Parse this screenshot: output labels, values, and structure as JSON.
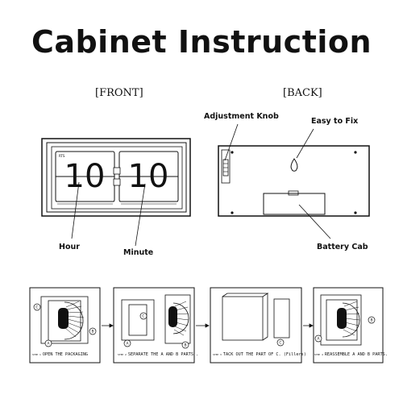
{
  "title": "Cabinet Instruction",
  "views": {
    "front_label": "[FRONT]",
    "back_label": "[BACK]"
  },
  "front": {
    "hour_digits": "10",
    "minute_digits": "10",
    "small_text": "RTS",
    "callouts": {
      "hour": "Hour",
      "minute": "Minute"
    }
  },
  "back": {
    "callouts": {
      "knob": "Adjustment Knob",
      "fix": "Easy to Fix",
      "battery": "Battery Cab"
    }
  },
  "steps": [
    {
      "num": "STEP 1",
      "text": "OPEN THE PACKAGING"
    },
    {
      "num": "STEP 2",
      "text": "SEPARATE THE A AND B PARTS ."
    },
    {
      "num": "STEP 3",
      "text": "TACK OUT THE PART OF C. (Fillers)"
    },
    {
      "num": "STEP 4",
      "text": "REASSEMBLE A AND B PARTS."
    }
  ],
  "part_labels": {
    "a": "A",
    "b": "B",
    "c": "C"
  }
}
